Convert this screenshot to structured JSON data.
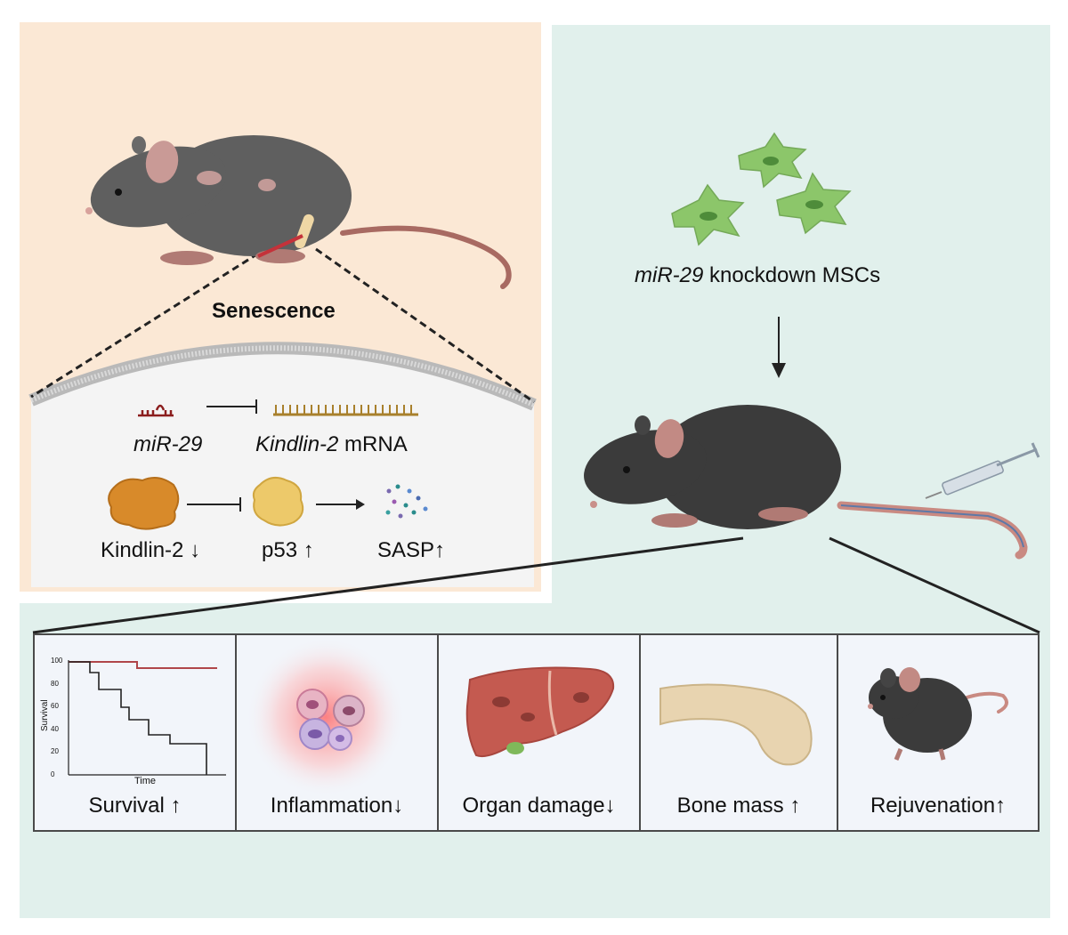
{
  "left_panel": {
    "title": "Senescence",
    "mir_label": "miR-29",
    "mrna_label_italic": "Kindlin-2",
    "mrna_label_suffix": " mRNA",
    "kindlin_label": "Kindlin-2",
    "p53_label": "p53",
    "sasp_label": "SASP"
  },
  "right_panel": {
    "msc_label_italic": "miR-29",
    "msc_label_suffix": " knockdown MSCs"
  },
  "outcomes": [
    {
      "label": "Survival"
    },
    {
      "label": "Inflammation"
    },
    {
      "label": "Organ damage"
    },
    {
      "label": "Bone mass"
    },
    {
      "label": "Rejuvenation"
    }
  ],
  "survival_plot": {
    "ylabel": "Survival",
    "xlabel": "Time",
    "yticks": [
      "100",
      "80",
      "60",
      "40",
      "20",
      "0"
    ]
  },
  "colors": {
    "left_bg": "#fbe8d5",
    "right_bg": "#e1f0ec",
    "mouse_old": "#5f5f5f",
    "mouse_young": "#3b3b3b",
    "msc_green": "#8cc66a",
    "kindlin_orange": "#d88a2a",
    "p53_yellow": "#edc96a",
    "survival_red": "#b0464a"
  }
}
